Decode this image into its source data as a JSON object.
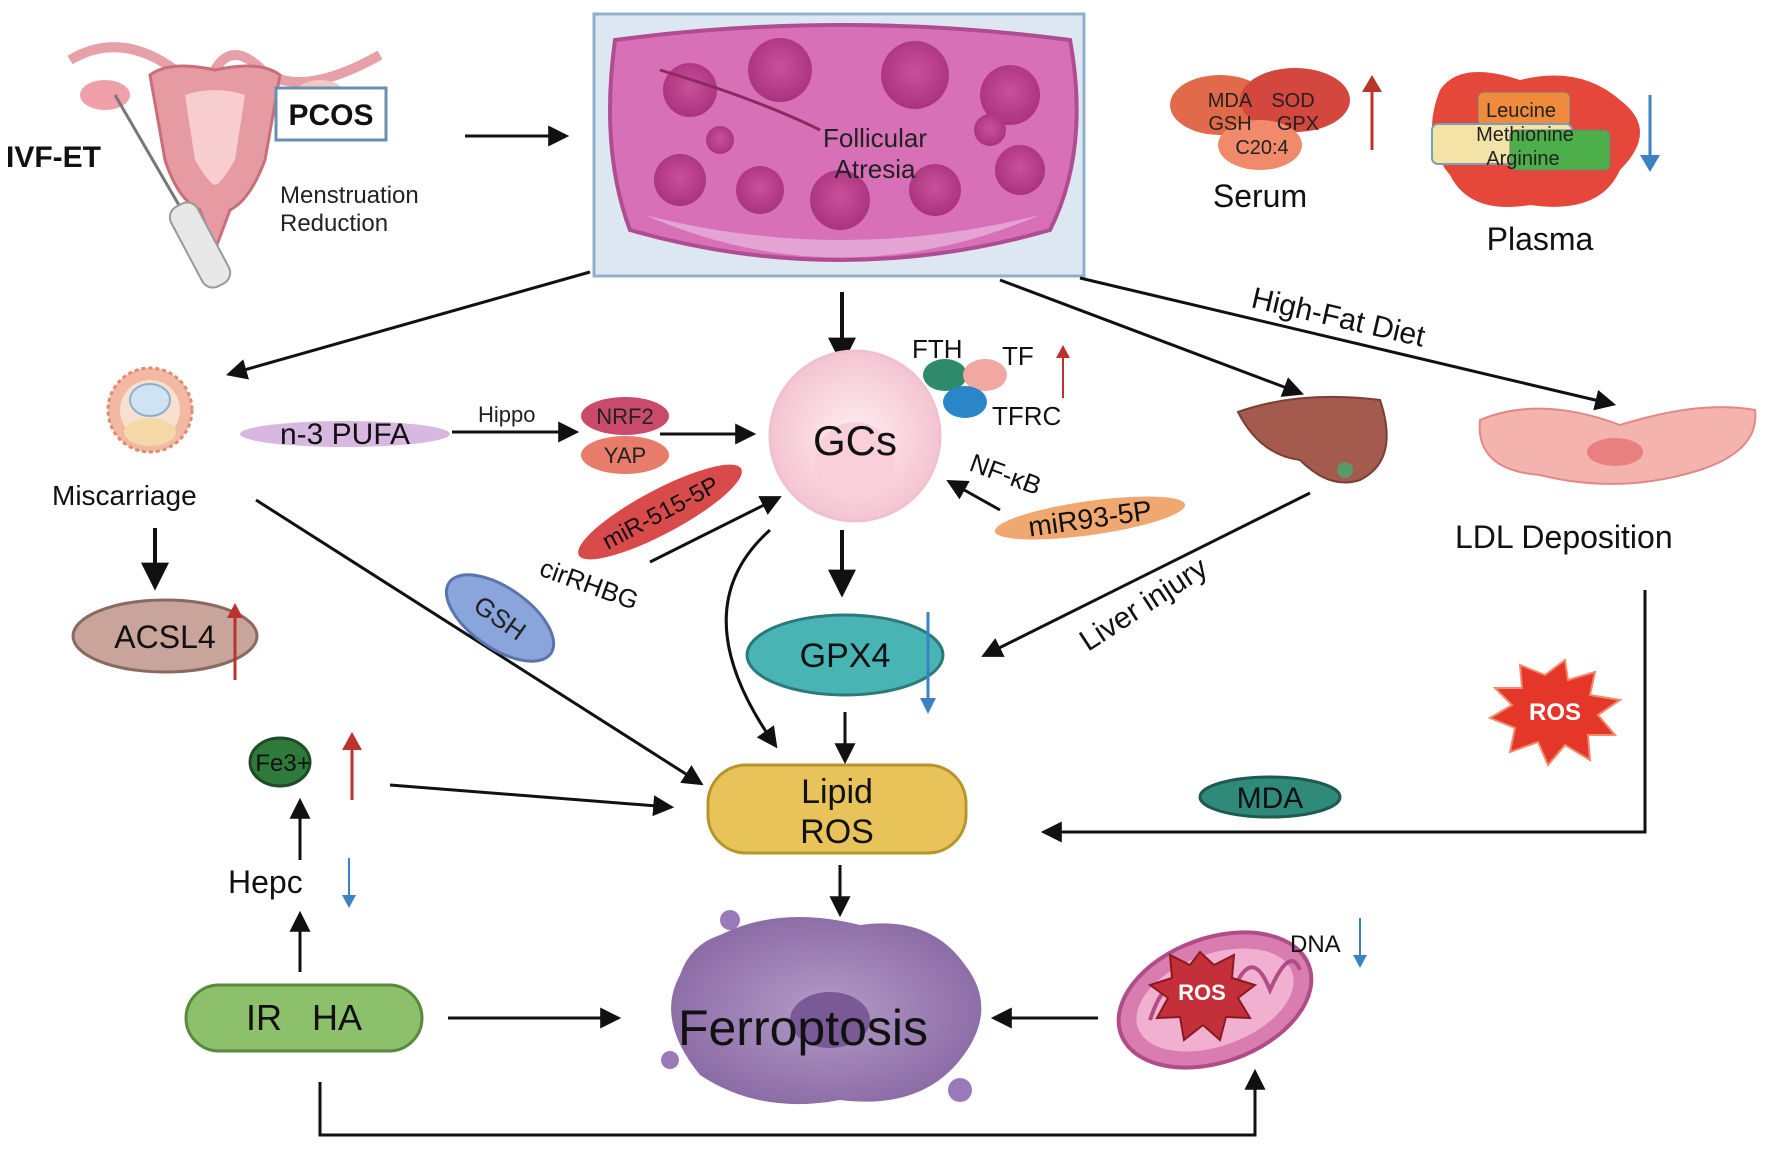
{
  "labels": {
    "ivf_et": "IVF-ET",
    "pcos": "PCOS",
    "menstruation": "Menstruation",
    "reduction": "Reduction",
    "follicular": "Follicular",
    "atresia": "Atresia",
    "mda_top": "MDA",
    "sod": "SOD",
    "gsh_top": "GSH",
    "gpx": "GPX",
    "c204": "C20:4",
    "serum": "Serum",
    "leucine": "Leucine",
    "methionine": "Methionine",
    "arginine": "Arginine",
    "plasma": "Plasma",
    "high_fat_diet": "High-Fat Diet",
    "miscarriage": "Miscarriage",
    "n3_pufa": "n-3 PUFA",
    "hippo": "Hippo",
    "nrf2": "NRF2",
    "yap": "YAP",
    "gcs": "GCs",
    "fth": "FTH",
    "tf": "TF",
    "tfrc": "TFRC",
    "nfkb": "NF-κB",
    "mir93": "miR93-5P",
    "mir515": "miR-515-5P",
    "cirrhbg": "cirRHBG",
    "ldl": "LDL  Deposition",
    "acsl4": "ACSL4",
    "gsh_mid": "GSH",
    "gpx4": "GPX4",
    "liver_injury": "Liver  injury",
    "ros_red": "ROS",
    "fe3": "Fe3+",
    "lipid": "Lipid",
    "lipid_ros": "ROS",
    "mda_bottom": "MDA",
    "hepc": "Hepc",
    "ir_ha": "IR   HA",
    "ferroptosis": "Ferroptosis",
    "ros_mito": "ROS",
    "dna": "DNA"
  },
  "colors": {
    "arrow": "#111111",
    "up": "#b8342c",
    "down": "#3b82c4",
    "gpx4": "#48b4b4",
    "lipid": "#e7c35a",
    "ir_ha": "#8cc06a",
    "mda": "#2f8a7a",
    "ros_red": "#d63a2a"
  }
}
